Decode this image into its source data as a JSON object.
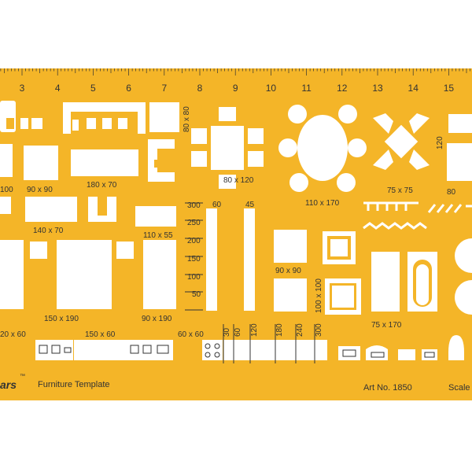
{
  "colors": {
    "template": "#F4B528",
    "cutout": "#FFFFFF",
    "ink": "#333333",
    "background": "#FFFFFF"
  },
  "ruler": {
    "numbers": [
      "3",
      "4",
      "5",
      "6",
      "7",
      "8",
      "9",
      "10",
      "11",
      "12",
      "13",
      "14",
      "15"
    ]
  },
  "labels": {
    "l_80x80": "80 x 80",
    "l_100": "100",
    "l_90x90a": "90 x 90",
    "l_180x70": "180 x 70",
    "l_80x120": "80 x 120",
    "l_110x170": "110 x 170",
    "l_75x75": "75 x 75",
    "l_120": "120",
    "l_80": "80",
    "l_140x70": "140 x 70",
    "l_110x55": "110 x 55",
    "l_150x190": "150 x 190",
    "l_90x190": "90 x 190",
    "l_90x90b": "90 x 90",
    "l_100x100": "100 x 100",
    "l_75x170": "75 x 170",
    "l_120x60": "20 x 60",
    "l_150x60": "150 x 60",
    "l_60x60": "60 x 60",
    "l_60": "60",
    "l_45": "45"
  },
  "scale_labels": [
    "300",
    "250",
    "200",
    "150",
    "100",
    "50"
  ],
  "bench_labels": [
    "30",
    "60",
    "120",
    "180",
    "240",
    "300"
  ],
  "footer": {
    "brand": "ars",
    "tm": "™",
    "title": "Furniture Template",
    "art_no": "Art No. 1850",
    "scale": "Scale"
  }
}
